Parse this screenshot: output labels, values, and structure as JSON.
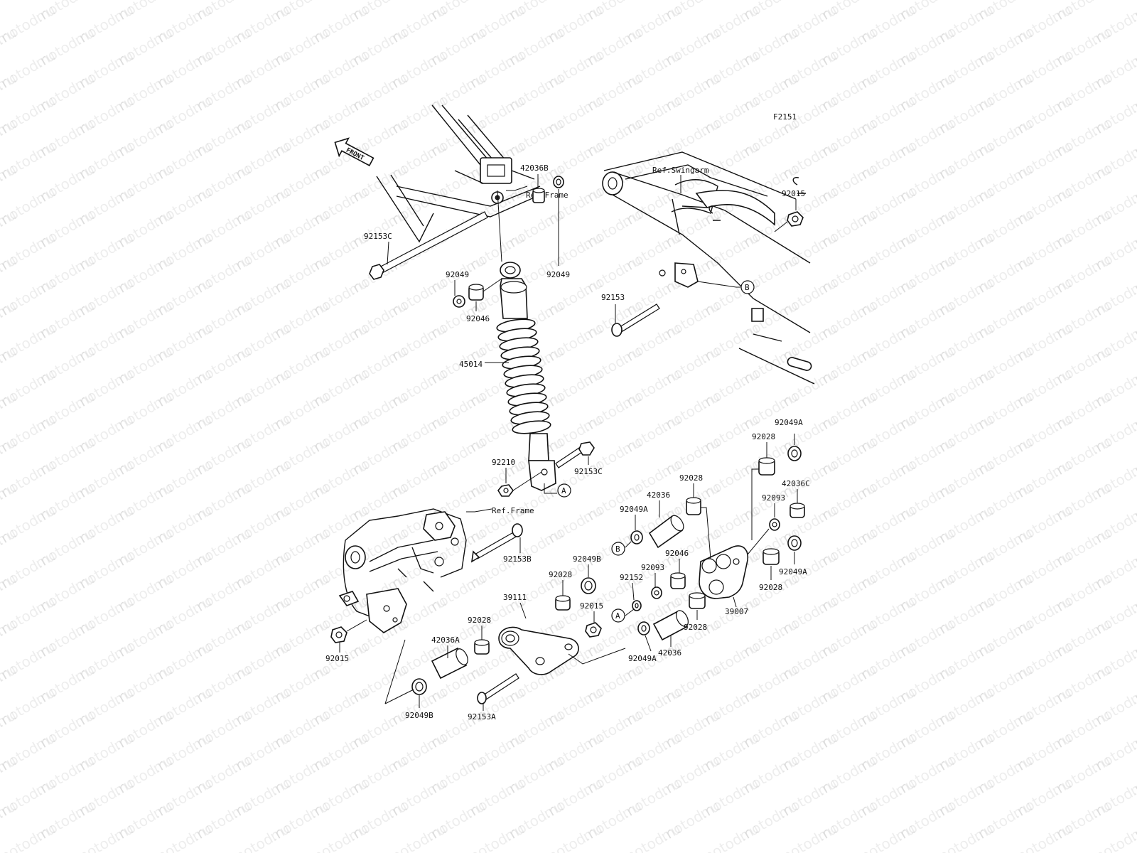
{
  "figure_code": "F2151",
  "watermark_text": "motod.ru",
  "front_arrow_label": "FRONT",
  "references": {
    "frame_top": "Ref.Frame",
    "swingarm": "Ref.Swingarm",
    "frame_bottom": "Ref.Frame"
  },
  "markers": {
    "a": "A",
    "b": "B"
  },
  "part_labels": {
    "p92153C_top": "92153C",
    "p42036B": "42036B",
    "p92049_left": "92049",
    "p92049_right": "92049",
    "p92046_top": "92046",
    "p45014": "45014",
    "p92210": "92210",
    "p92153C_bottom": "92153C",
    "p92015_top": "92015",
    "p92153": "92153",
    "p92049A_r1": "92049A",
    "p92028_r1": "92028",
    "p42036C": "42036C",
    "p92093_r": "92093",
    "p92028_mid": "92028",
    "p42036_top": "42036",
    "p92049A_mid": "92049A",
    "p92049A_r2": "92049A",
    "p92046_mid": "92046",
    "p92093_mid": "92093",
    "p92049B_mid": "92049B",
    "p92152": "92152",
    "p92028_r2": "92028",
    "p39007": "39007",
    "p92028_left": "92028",
    "p92015_mid": "92015",
    "p39111": "39111",
    "p92028_r3": "92028",
    "p42036_bottom": "42036",
    "p92049A_bottom": "92049A",
    "p92028_lower": "92028",
    "p42036A": "42036A",
    "p92153B": "92153B",
    "p92015_bottom": "92015",
    "p92049B_bottom": "92049B",
    "p92153A": "92153A"
  }
}
